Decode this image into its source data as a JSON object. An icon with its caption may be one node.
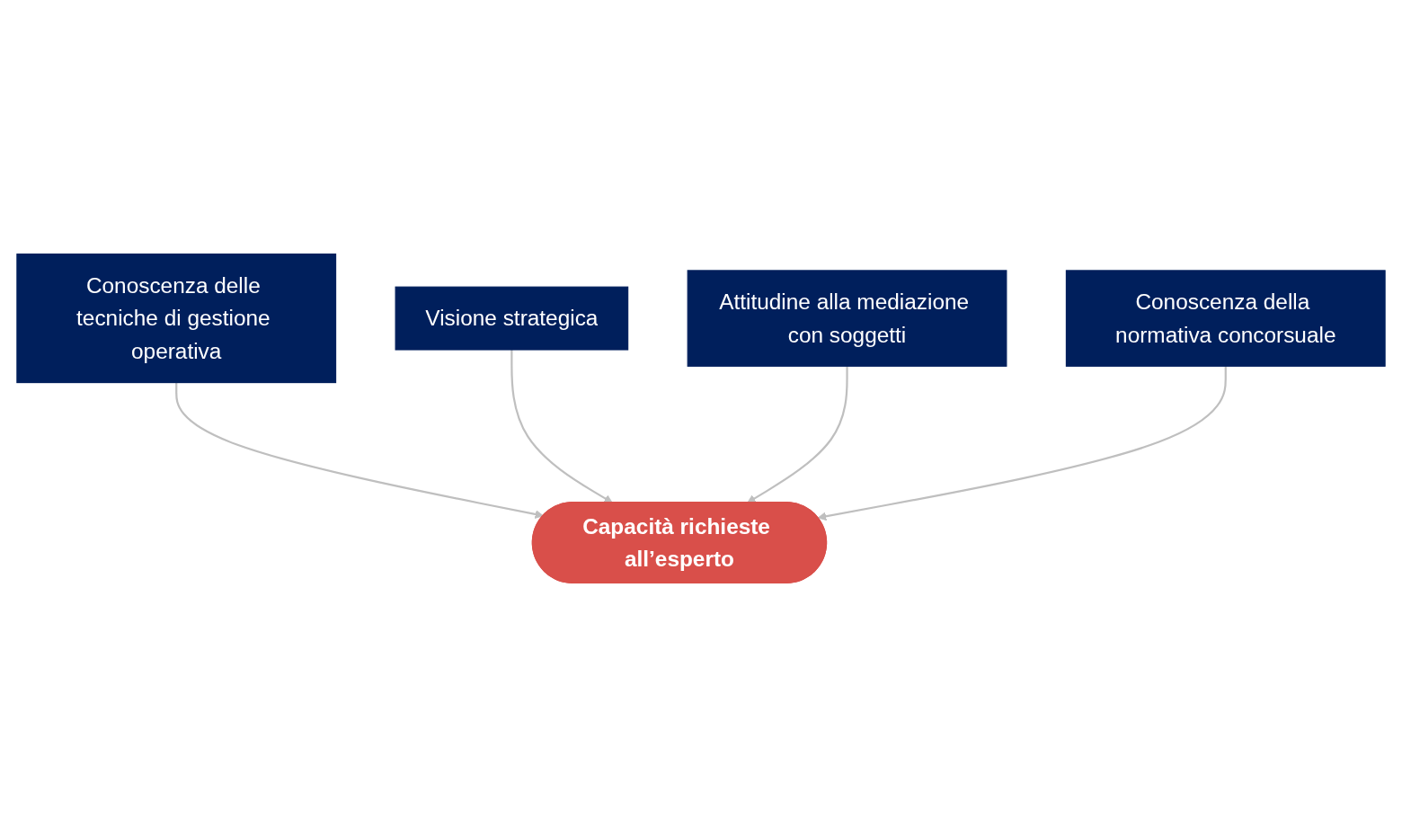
{
  "diagram": {
    "nodes": [
      {
        "text": [
          "Conoscenza delle tecniche di gestione operativa"
        ]
      },
      {
        "text": [
          "Visione strategica"
        ]
      },
      {
        "text": [
          "Capacità richieste all’esperto"
        ]
      },
      {
        "text": [
          "Attitudine alla mediazione con soggetti"
        ]
      },
      {
        "text": [
          "Conoscenza della normativa concorsuale"
        ]
      }
    ],
    "edges": [
      {
        "from": 0,
        "to": 2,
        "arrow": "to"
      },
      {
        "from": 1,
        "to": 2,
        "arrow": "to"
      },
      {
        "from": 3,
        "to": 2,
        "arrow": "to"
      },
      {
        "from": 4,
        "to": 2,
        "arrow": "to"
      }
    ]
  }
}
